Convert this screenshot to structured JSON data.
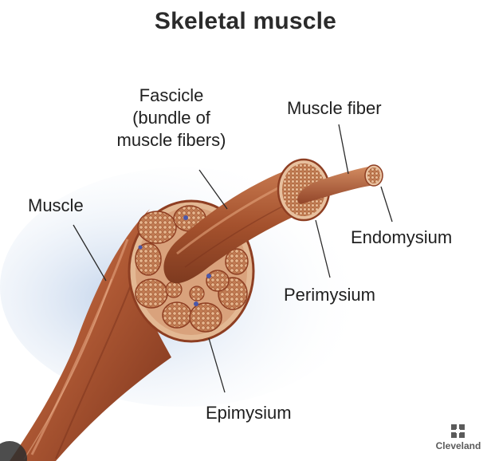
{
  "title": "Skeletal muscle",
  "labels": {
    "fascicle": [
      "Fascicle",
      "(bundle of",
      "muscle fibers)"
    ],
    "muscle_fiber": "Muscle fiber",
    "muscle": "Muscle",
    "endomysium": "Endomysium",
    "perimysium": "Perimysium",
    "epimysium": "Epimysium"
  },
  "logo": {
    "text": "Cleveland"
  },
  "colors": {
    "muscle_dark": "#8e3e22",
    "muscle_mid": "#b8603c",
    "muscle_light": "#d9906a",
    "sheath": "#e9c9ac",
    "bundle_fill": "#c9825a",
    "vessel": "#4a57a8",
    "shadow": "#c5d6ec"
  }
}
